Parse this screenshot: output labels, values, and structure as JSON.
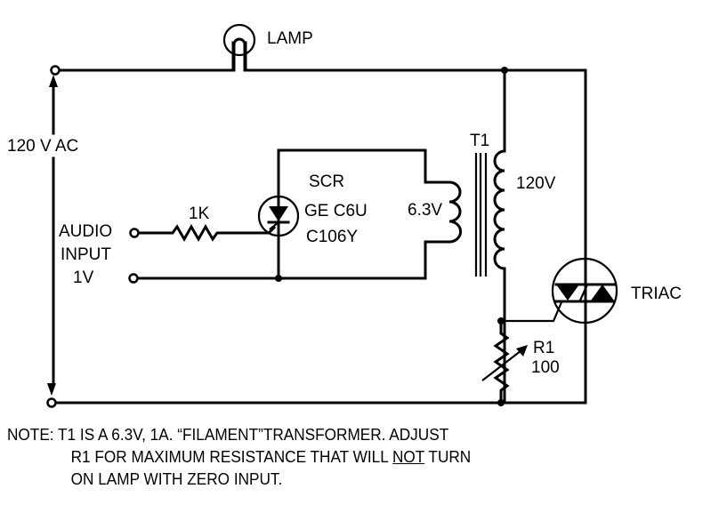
{
  "diagram": {
    "type": "circuit-schematic",
    "labels": {
      "lamp": "LAMP",
      "supply": "120 V AC",
      "audio_line1": "AUDIO",
      "audio_line2": "INPUT",
      "audio_line3": "1V",
      "resistor_1k": "1K",
      "scr_title": "SCR",
      "scr_part1": "GE C6U",
      "scr_part2": "C106Y",
      "transformer": "T1",
      "primary_voltage": "6.3V",
      "secondary_voltage": "120V",
      "triac": "TRIAC",
      "r1_name": "R1",
      "r1_value": "100"
    },
    "components": [
      {
        "id": "lamp",
        "type": "lamp"
      },
      {
        "id": "1K",
        "type": "resistor",
        "value": "1K"
      },
      {
        "id": "SCR",
        "type": "scr",
        "part": "GE C6U / C106Y"
      },
      {
        "id": "T1",
        "type": "transformer",
        "primary": "6.3V",
        "secondary": "120V"
      },
      {
        "id": "TRIAC",
        "type": "triac"
      },
      {
        "id": "R1",
        "type": "variable-resistor",
        "value": "100"
      }
    ],
    "note": {
      "prefix": "NOTE:",
      "line1": "T1 IS A 6.3V, 1A. “FILAMENT”TRANSFORMER. ADJUST",
      "line2_before": "R1 FOR MAXIMUM RESISTANCE THAT WILL ",
      "line2_emph": "NOT",
      "line2_after": " TURN",
      "line3": "ON LAMP WITH ZERO INPUT."
    }
  }
}
